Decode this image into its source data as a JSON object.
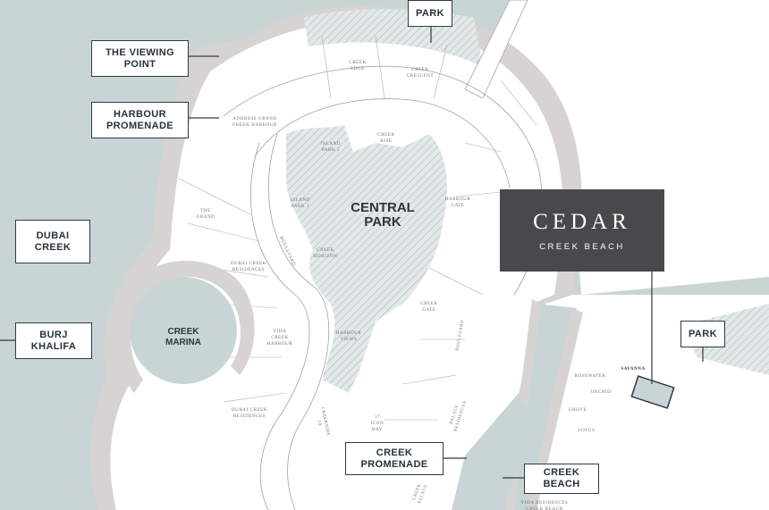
{
  "colors": {
    "water": "#c9d4d5",
    "land": "#ffffff",
    "shore": "#d7d3d2",
    "park_hatch": "#b9c6c7",
    "cedar_box": "#47494b",
    "label_border": "#2f3a45"
  },
  "callouts": {
    "the_viewing_point": "THE VIEWING\nPOINT",
    "harbour_promenade": "HARBOUR\nPROMENADE",
    "dubai_creek": "DUBAI\nCREEK",
    "burj_khalifa": "BURJ\nKHALIFA",
    "park_top": "PARK",
    "park_right": "PARK",
    "creek_promenade": "CREEK\nPROMENADE",
    "creek_beach": "CREEK\nBEACH"
  },
  "featured_project": {
    "title": "CEDAR",
    "subtitle": "CREEK BEACH"
  },
  "areas": {
    "central_park": "CENTRAL\nPARK",
    "creek_marina": "CREEK\nMARINA"
  },
  "districts": {
    "creek_edge": "CREEK\nEDGE",
    "creek_crescent": "CREEK\nCRESCENT",
    "address_grand": "ADDRESS GRAND\nCREEK HARBOUR",
    "island_park_2": "ISLAND\nPARK 2",
    "creek_rise": "CREEK\nRISE",
    "island_park_1": "ISLAND\nPARK 1",
    "harbour_gate": "HARBOUR\nGATE",
    "the_grand": "THE\nGRAND",
    "boulevard_1": "BOULEVARD",
    "creek_horizon": "CREEK\nHORIZON",
    "dubai_creek_residences_1": "DUBAI CREEK\nRESIDENCES",
    "creek_gate": "CREEK\nGATE",
    "vida_creek_harbour": "VIDA\nCREEK\nHARBOUR",
    "harbour_views": "HARBOUR\nVIEWS",
    "boulevard_2": "BOULEVARD",
    "dubai_creek_residences_2": "DUBAI CREEK\nRESIDENCES",
    "creekside_18": "CREEKSIDE\n18",
    "17_icon_bay": "17\nICON\nBAY",
    "palace_residences": "PALACE\nRESIDENCES",
    "creek_palace": "CREEK\nPALACE",
    "vida_residences": "VIDA RESIDENCES\nCREEK BEACH",
    "rosewater": "ROSEWATER",
    "savanna": "SAVANNA",
    "orchid": "ORCHID",
    "grove": "GROVE",
    "lotus": "LOTUS"
  }
}
